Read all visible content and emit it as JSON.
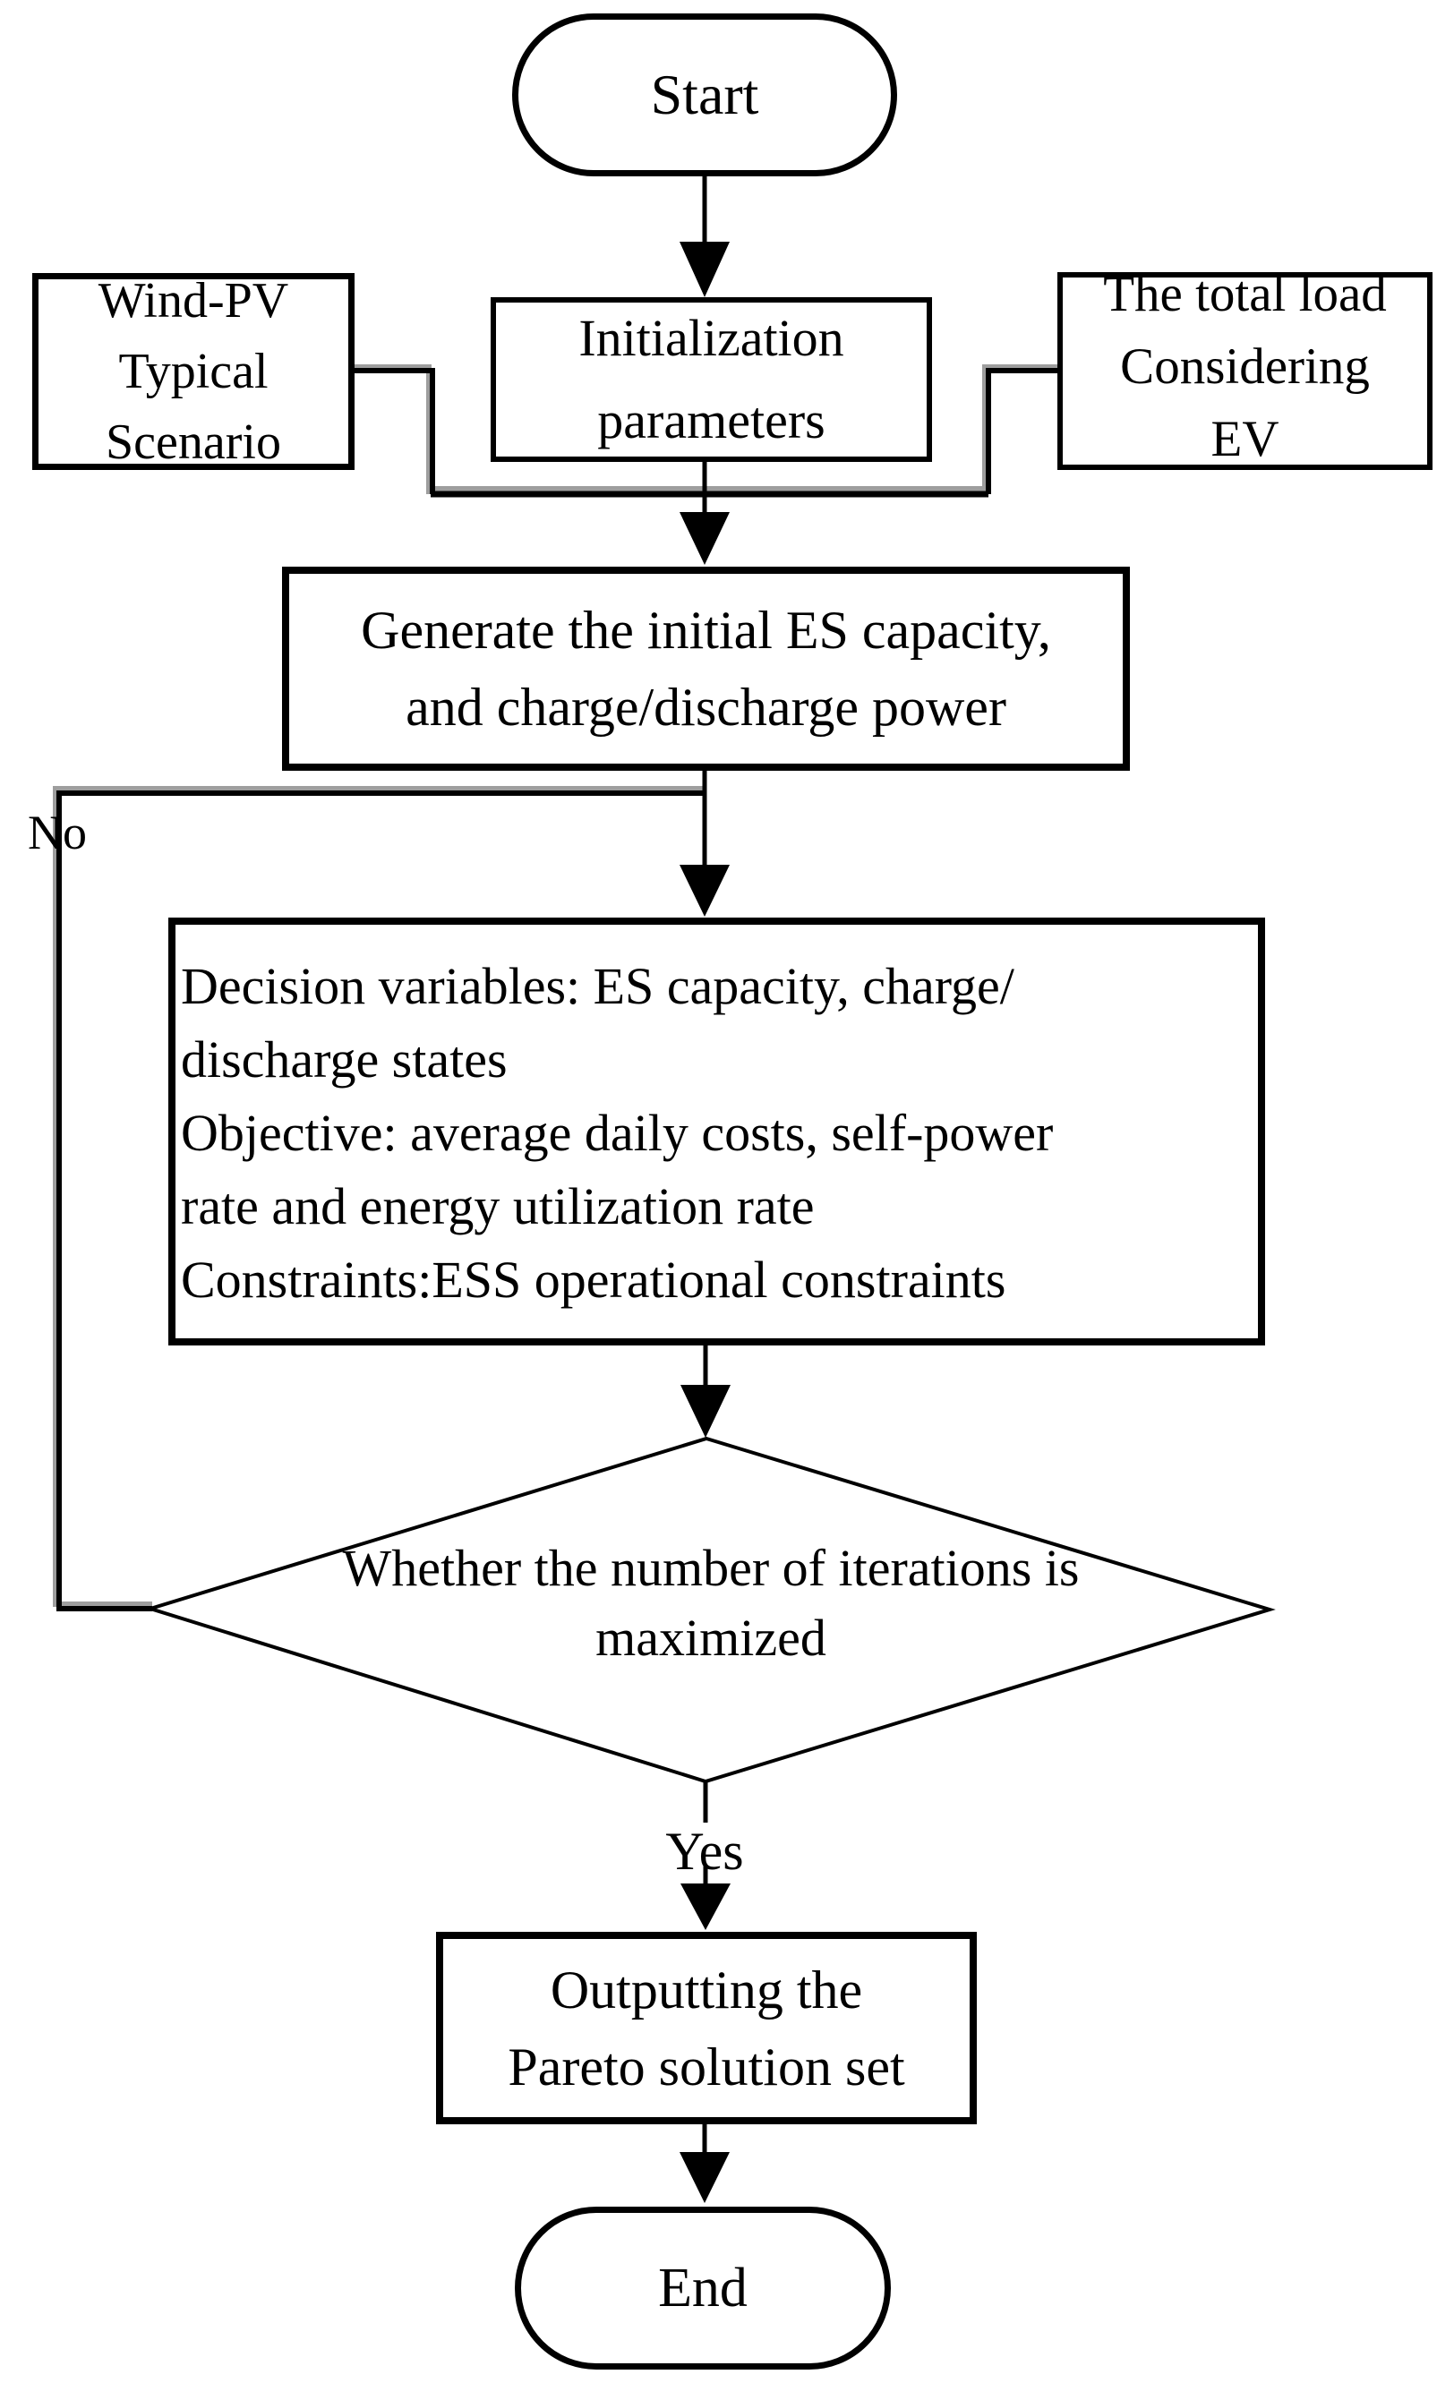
{
  "flowchart": {
    "nodes": {
      "start": {
        "label": "Start"
      },
      "wind_pv": {
        "lines": [
          "Wind-PV",
          "Typical",
          "Scenario"
        ]
      },
      "initialization": {
        "lines": [
          "Initialization",
          "parameters"
        ]
      },
      "total_load": {
        "lines": [
          "The total load",
          "Considering",
          "EV"
        ]
      },
      "generate": {
        "lines": [
          "Generate the initial ES capacity,",
          "and charge/discharge power"
        ]
      },
      "decision_model": {
        "lines": [
          "Decision variables: ES capacity, charge/",
          "discharge states",
          "Objective: average daily costs, self-power",
          "rate and energy utilization rate",
          "Constraints:ESS operational constraints"
        ]
      },
      "iteration_check": {
        "lines": [
          "Whether the number of iterations is",
          "maximized"
        ]
      },
      "output_pareto": {
        "lines": [
          "Outputting the",
          "Pareto solution set"
        ]
      },
      "end": {
        "label": "End"
      }
    },
    "branch_labels": {
      "no": "No",
      "yes": "Yes"
    },
    "colors": {
      "stroke": "#000000",
      "background": "#ffffff",
      "line_shadow": "#9e9e9e"
    }
  }
}
